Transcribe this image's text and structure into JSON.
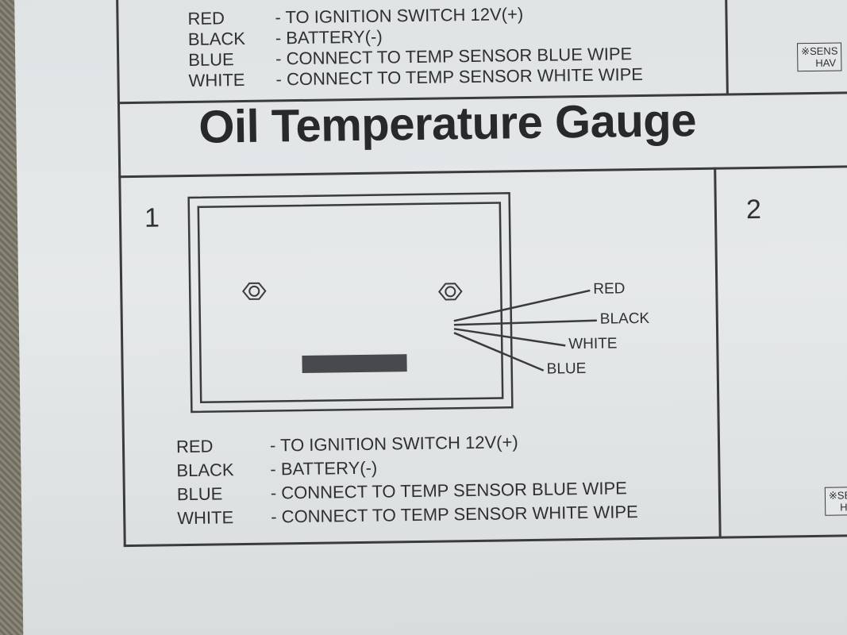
{
  "title": "Oil Temperature Gauge",
  "panel_numbers": [
    "1",
    "2"
  ],
  "wiring_top": [
    {
      "color": "RED",
      "description": "- TO IGNITION SWITCH 12V(+)"
    },
    {
      "color": "BLACK",
      "description": "- BATTERY(-)"
    },
    {
      "color": "BLUE",
      "description": "- CONNECT TO TEMP SENSOR BLUE WIPE"
    },
    {
      "color": "WHITE",
      "description": "- CONNECT TO TEMP SENSOR WHITE WIPE"
    }
  ],
  "wiring_bottom": [
    {
      "color": "RED",
      "description": "- TO IGNITION SWITCH 12V(+)"
    },
    {
      "color": "BLACK",
      "description": "- BATTERY(-)"
    },
    {
      "color": "BLUE",
      "description": "- CONNECT TO TEMP SENSOR BLUE WIPE"
    },
    {
      "color": "WHITE",
      "description": "- CONNECT TO TEMP SENSOR WHITE WIPE"
    }
  ],
  "diagram_wire_labels": [
    "RED",
    "BLACK",
    "WHITE",
    "BLUE"
  ],
  "notes": {
    "top_right": [
      "※SENS",
      "HAV"
    ],
    "bottom_right": [
      "※SE",
      "HA"
    ]
  }
}
